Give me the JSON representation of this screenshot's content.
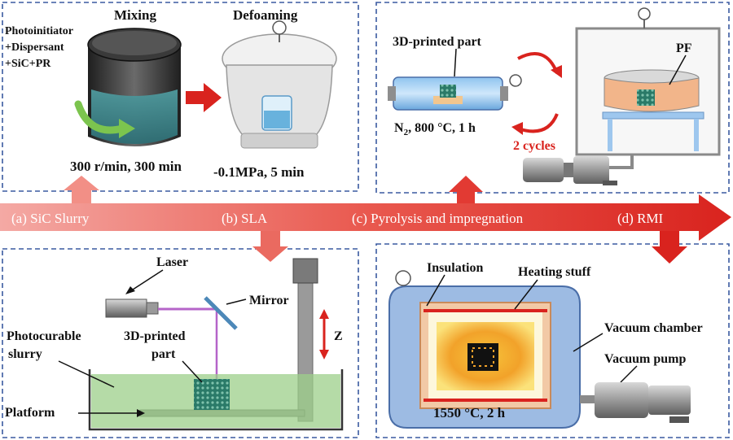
{
  "panels": {
    "slurry": {
      "mixing_title": "Mixing",
      "defoaming_title": "Defoaming",
      "ingredients": [
        "Photoinitiator",
        "+Dispersant",
        "+SiC+PR"
      ],
      "mixing_params": "300 r/min, 300 min",
      "defoaming_params": "-0.1MPa, 5 min"
    },
    "pyrolysis": {
      "part_label": "3D-printed part",
      "conditions_prefix": "N",
      "conditions_sub": "2",
      "conditions_rest": ", 800 °C, 1 h",
      "cycles": "2 cycles",
      "pf_label": "PF"
    },
    "sla": {
      "laser": "Laser",
      "mirror": "Mirror",
      "slurry_line1": "Photocurable",
      "slurry_line2": "slurry",
      "part_line1": "3D-printed",
      "part_line2": "part",
      "platform": "Platform",
      "z_label": "Z"
    },
    "rmi": {
      "insulation": "Insulation",
      "heating": "Heating stuff",
      "vacuum_chamber": "Vacuum chamber",
      "vacuum_pump": "Vacuum pump",
      "params": "1550 °C, 2 h"
    }
  },
  "stages": {
    "a": "(a) SiC Slurry",
    "b": "(b) SLA",
    "c": "(c) Pyrolysis and impregnation",
    "d": "(d) RMI"
  },
  "colors": {
    "arrow_red": "#e0312f",
    "panel_border": "#3a5aa0",
    "slurry_green": "#9ccf8a",
    "chamber_blue": "#9dbbe3"
  }
}
